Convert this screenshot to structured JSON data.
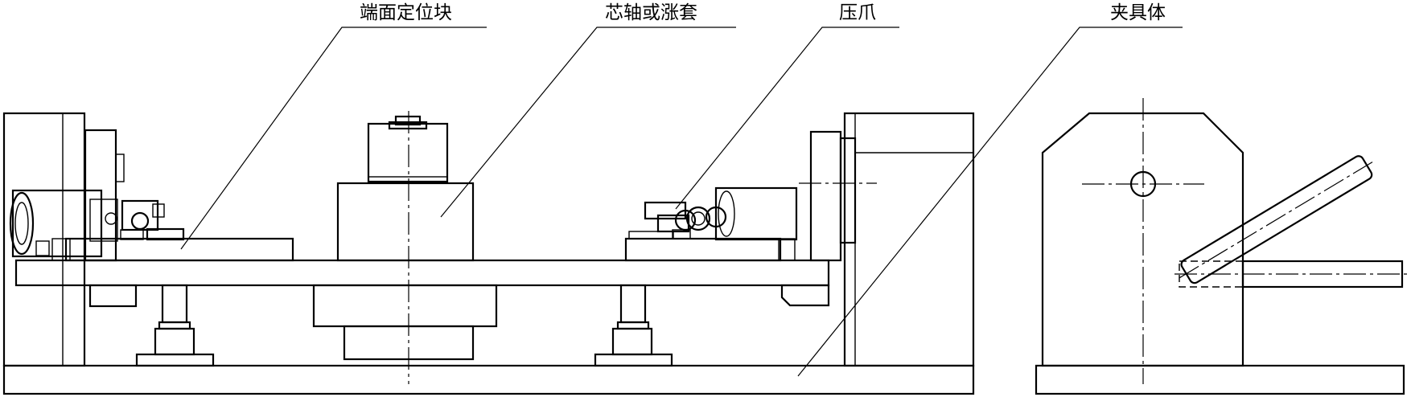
{
  "labels": {
    "end_face_locator": "端面定位块",
    "mandrel_or_sleeve": "芯轴或涨套",
    "clamp_jaw": "压爪",
    "fixture_body": "夹具体"
  }
}
